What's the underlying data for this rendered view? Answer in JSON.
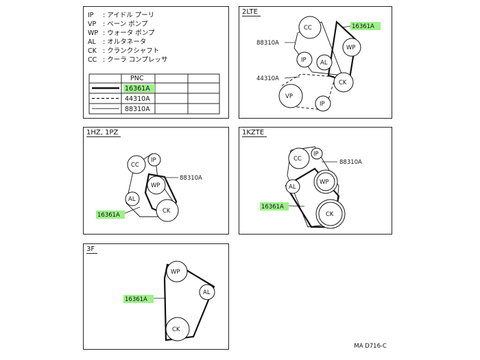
{
  "legend": {
    "entries": [
      {
        "code": "IP",
        "text": "アイドル プーリ"
      },
      {
        "code": "VP",
        "text": "ベーン ポンプ"
      },
      {
        "code": "WP",
        "text": "ウォータ ポンプ"
      },
      {
        "code": "AL",
        "text": "オルタネータ"
      },
      {
        "code": "CK",
        "text": "クランクシャフト"
      },
      {
        "code": "CC",
        "text": "クーラ コンプレッサ"
      }
    ],
    "table_header": "PNC",
    "rows": [
      {
        "style": "thick",
        "pnc": "16361A"
      },
      {
        "style": "dashed",
        "pnc": "44310A"
      },
      {
        "style": "thin",
        "pnc": "88310A"
      }
    ]
  },
  "panels": {
    "p2lte": {
      "title": "2LTE",
      "labels": [
        "16361A",
        "88310A",
        "44310A"
      ],
      "pulleys": [
        "CC",
        "IP",
        "WP",
        "AL",
        "CK",
        "VP",
        "IP"
      ]
    },
    "p1hz": {
      "title": "1HZ, 1PZ",
      "labels": [
        "88310A",
        "16361A"
      ],
      "pulleys": [
        "CC",
        "IP",
        "WP",
        "AL",
        "CK"
      ]
    },
    "p1kzte": {
      "title": "1KZTE",
      "labels": [
        "88310A",
        "16361A"
      ],
      "pulleys": [
        "CC",
        "IP",
        "WP",
        "AL",
        "CK"
      ]
    },
    "p3f": {
      "title": "3F",
      "labels": [
        "16361A"
      ],
      "pulleys": [
        "WP",
        "AL",
        "CK"
      ]
    }
  },
  "footer": "MA D716-C",
  "colors": {
    "highlight": "#9ef08a",
    "ink": "#111111"
  }
}
